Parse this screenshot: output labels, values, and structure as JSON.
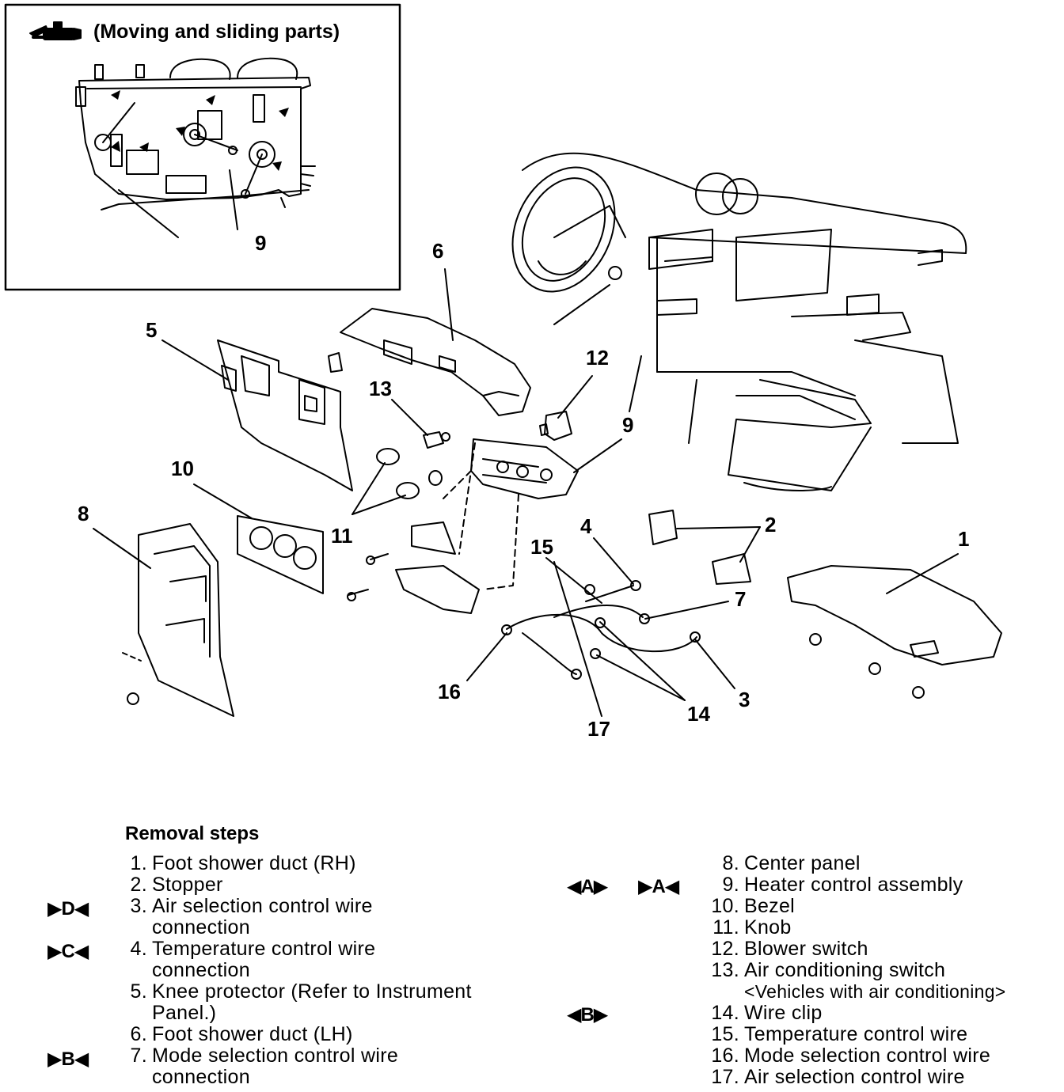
{
  "inset": {
    "title": "(Moving and sliding parts)",
    "icon": "grease-gun-icon",
    "callout": "9"
  },
  "callouts": [
    "1",
    "2",
    "3",
    "4",
    "5",
    "6",
    "7",
    "8",
    "9",
    "10",
    "11",
    "12",
    "13",
    "14",
    "15",
    "16",
    "17"
  ],
  "removal": {
    "heading": "Removal steps",
    "left_steps": [
      {
        "num": "1.",
        "text": "Foot shower duct (RH)",
        "mark": ""
      },
      {
        "num": "2.",
        "text": "Stopper",
        "mark": ""
      },
      {
        "num": "3.",
        "text": "Air selection control wire",
        "mark": "▶D◀"
      },
      {
        "num": "",
        "text": "connection",
        "mark": ""
      },
      {
        "num": "4.",
        "text": "Temperature control wire",
        "mark": "▶C◀"
      },
      {
        "num": "",
        "text": "connection",
        "mark": ""
      },
      {
        "num": "5.",
        "text": "Knee protector (Refer to Instrument",
        "mark": ""
      },
      {
        "num": "",
        "text": "Panel.)",
        "mark": ""
      },
      {
        "num": "6.",
        "text": "Foot shower duct (LH)",
        "mark": ""
      },
      {
        "num": "7.",
        "text": "Mode selection control wire",
        "mark": "▶B◀"
      },
      {
        "num": "",
        "text": "connection",
        "mark": ""
      }
    ],
    "right_steps": [
      {
        "num": "8.",
        "text": "Center panel"
      },
      {
        "num": "9.",
        "text": "Heater control assembly"
      },
      {
        "num": "10.",
        "text": "Bezel"
      },
      {
        "num": "11.",
        "text": "Knob"
      },
      {
        "num": "12.",
        "text": "Blower switch"
      },
      {
        "num": "13.",
        "text": "Air conditioning switch"
      },
      {
        "num": "",
        "text": "<Vehicles with air conditioning>"
      },
      {
        "num": "14.",
        "text": "Wire clip"
      },
      {
        "num": "15.",
        "text": "Temperature control wire"
      },
      {
        "num": "16.",
        "text": "Mode selection control wire"
      },
      {
        "num": "17.",
        "text": "Air selection control wire"
      }
    ],
    "right_marks": {
      "step9_install": "◀A▶",
      "step9_remove": "▶A◀",
      "step14_install": "◀B▶"
    }
  }
}
